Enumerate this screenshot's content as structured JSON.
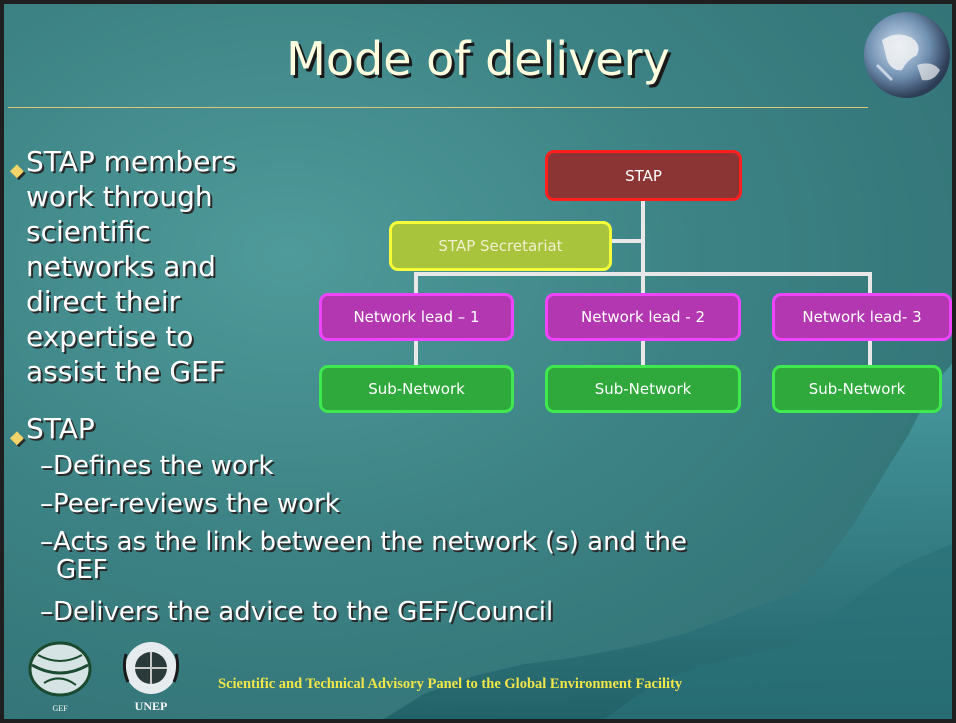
{
  "slide": {
    "title": "Mode of delivery",
    "bullets": [
      {
        "lines": [
          "STAP members",
          "work through",
          "scientific",
          "networks and",
          "direct their",
          "expertise to",
          "assist the GEF"
        ]
      },
      {
        "lines": [
          "STAP"
        ]
      }
    ],
    "sub_bullets": [
      "–Defines the work",
      "–Peer-reviews the work",
      "–Acts as the link between the network (s) and the",
      "GEF",
      "–Delivers the advice to the GEF/Council"
    ],
    "org_chart": {
      "top": "STAP",
      "secretariat": "STAP Secretariat",
      "leads": [
        "Network lead – 1",
        "Network lead - 2",
        "Network lead- 3"
      ],
      "subs": [
        "Sub-Network",
        "Sub-Network",
        "Sub-Network"
      ]
    },
    "footer": "Scientific and Technical Advisory Panel to the Global Environment Facility",
    "logos": {
      "gef": "GEF",
      "unep": "UNEP"
    },
    "colors": {
      "background": "#3c8284",
      "title": "#ffffe0",
      "footer": "#f0e64a",
      "stap": "#8b3535",
      "secretariat": "#a8c43c",
      "lead": "#b337b0",
      "sub": "#2fa83c"
    }
  }
}
